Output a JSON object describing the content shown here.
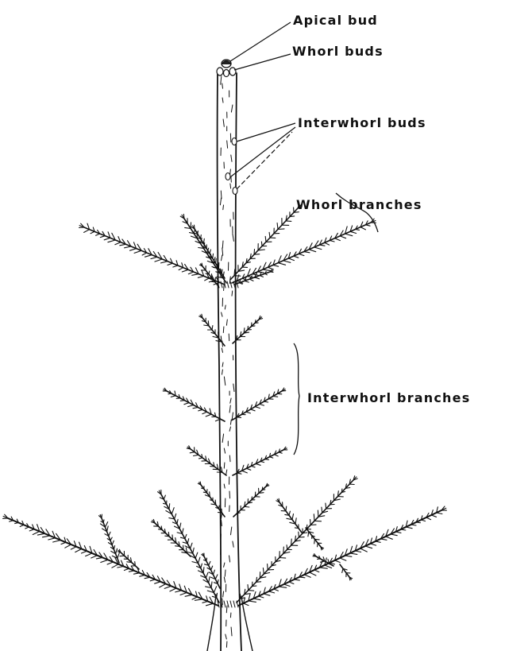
{
  "labels": {
    "apical_bud": "Apical bud",
    "whorl_buds": "Whorl buds",
    "interwhorl_buds": "Interwhorl buds",
    "whorl_branches": "Whorl branches",
    "interwhorl_branches": "Interwhorl branches"
  },
  "colors": {
    "ink": "#111111",
    "background": "#ffffff"
  }
}
